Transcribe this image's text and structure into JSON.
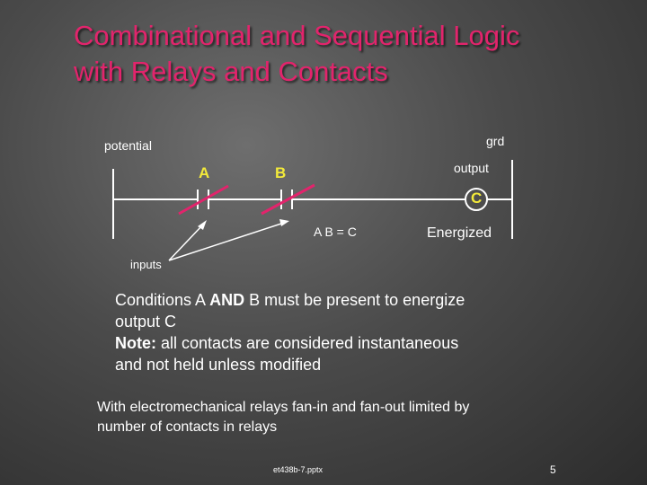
{
  "slide": {
    "title_line1": "Combinational and Sequential Logic",
    "title_line2": "with Relays and Contacts",
    "footer": "et438b-7.pptx",
    "page_number": "5"
  },
  "diagram": {
    "potential_label": "potential",
    "grd_label": "grd",
    "output_label": "output",
    "contact_a_label": "A",
    "contact_b_label": "B",
    "coil_label": "C",
    "equation": "A B = C",
    "energized_label": "Energized",
    "inputs_label": "inputs",
    "colors": {
      "title": "#e2246c",
      "labels": "#f3ea3a",
      "strike": "#e2246c",
      "wire": "#ffffff"
    }
  },
  "text": {
    "conditions_pre": "Conditions A ",
    "conditions_and": "AND",
    "conditions_post": " B must be present to energize",
    "conditions_line2": "output C",
    "note_label": "Note:",
    "note_text": " all contacts are considered instantaneous",
    "note_line2": "and not held unless modified",
    "fan_line1": "With electromechanical relays fan-in and fan-out limited by",
    "fan_line2": "number of contacts in relays"
  }
}
